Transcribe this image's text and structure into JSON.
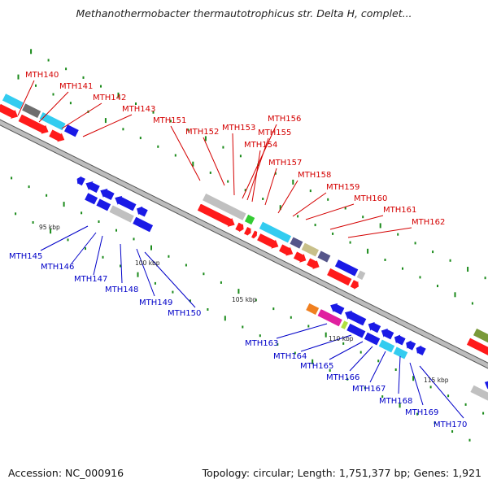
{
  "title": "Methanothermobacter thermautotrophicus str. Delta H, complet...",
  "footer": {
    "accession": "Accession: NC_000916",
    "topology": "Topology: circular; Length: 1,751,377 bp; Genes: 1,921"
  },
  "colors": {
    "forward_label": "#d40000",
    "reverse_label": "#0000c8",
    "tick": "#1a8a1a",
    "red": "#ff1a1a",
    "blue": "#1a1ae6",
    "cyan": "#33ccf0",
    "gray": "#c0c0c0",
    "darkgray": "#6e6e6e",
    "green": "#33cc33",
    "olive": "#7a9a3a",
    "khaki": "#c8c08a",
    "slate": "#55558a",
    "orange": "#f08020",
    "magenta": "#e020a0",
    "lime": "#b0e040"
  },
  "kbp_labels": [
    "95 kbp",
    "100 kbp",
    "105 kbp",
    "110 kbp",
    "115 kbp"
  ],
  "forward_genes": [
    "MTH140",
    "MTH141",
    "MTH142",
    "MTH143",
    "MTH151",
    "MTH152",
    "MTH153",
    "MTH156",
    "MTH155",
    "MTH154",
    "MTH157",
    "MTH158",
    "MTH159",
    "MTH160",
    "MTH161",
    "MTH162"
  ],
  "reverse_genes": [
    "MTH145",
    "MTH146",
    "MTH147",
    "MTH148",
    "MTH149",
    "MTH150",
    "MTH163",
    "MTH164",
    "MTH165",
    "MTH166",
    "MTH167",
    "MTH168",
    "MTH169",
    "MTH170"
  ]
}
